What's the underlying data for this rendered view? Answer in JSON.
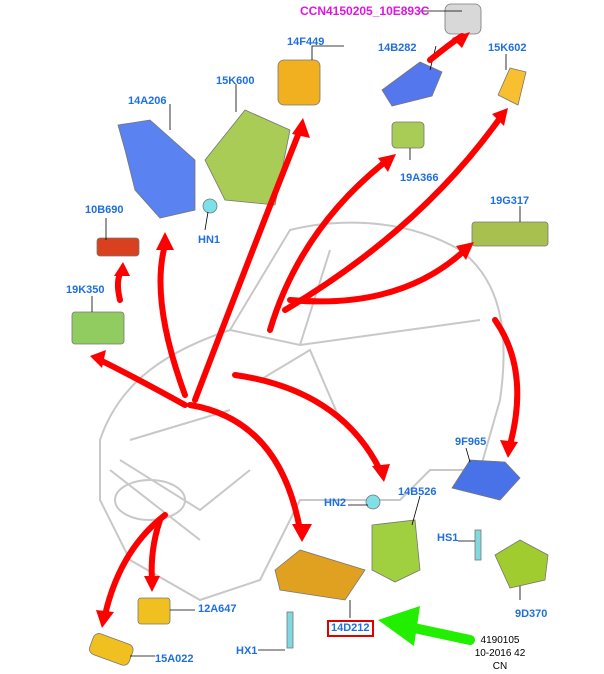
{
  "labels": {
    "ccn": "CCN4150205_10E893C",
    "p14F449": "14F449",
    "p14B282": "14B282",
    "p15K602": "15K602",
    "p15K600": "15K600",
    "p14A206": "14A206",
    "p19A366": "19A366",
    "p10B690": "10B690",
    "HN1": "HN1",
    "p19G317": "19G317",
    "p19K350": "19K350",
    "p9F965": "9F965",
    "HN2": "HN2",
    "p14B526": "14B526",
    "HS1": "HS1",
    "p9D370": "9D370",
    "p12A647": "12A647",
    "p15A022": "15A022",
    "HX1": "HX1",
    "p14D212": "14D212"
  },
  "footer": {
    "code": "4190105",
    "date": "10-2016 42",
    "region": "CN"
  },
  "colors": {
    "label": "#1f6fe0",
    "highlight_label": "#e014e0",
    "arrow": "#ff0000",
    "pointer": "#22ee00",
    "box": "#e00000"
  }
}
